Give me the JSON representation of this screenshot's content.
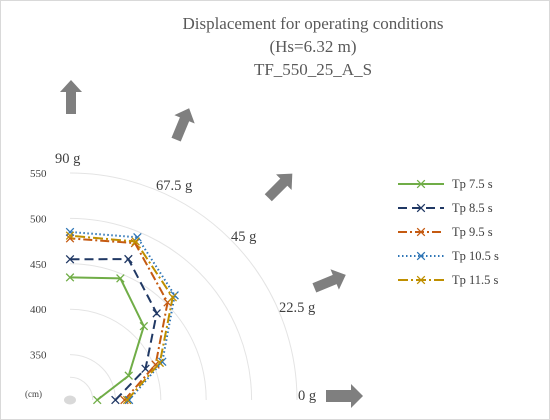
{
  "chart_data": {
    "type": "radar-polar-line",
    "title_lines": [
      "Displacement for operating conditions",
      "(Hs=6.32 m)",
      "TF_550_25_A_S"
    ],
    "radial_axis": {
      "unit": "(cm)",
      "ticks": [
        "550",
        "500",
        "450",
        "400",
        "350"
      ],
      "range": [
        300,
        550
      ],
      "grid": true
    },
    "directions": [
      "0 g",
      "22.5 g",
      "45 g",
      "67.5 g",
      "90 g"
    ],
    "direction_angles_deg": [
      0,
      22.5,
      45,
      67.5,
      90
    ],
    "legend": {
      "position": "right"
    },
    "series": [
      {
        "name": "Tp 7.5 s",
        "color": "#70ad47",
        "dash": "solid",
        "values": [
          330,
          370,
          415,
          445,
          435
        ]
      },
      {
        "name": "Tp 8.5 s",
        "color": "#203864",
        "dash": "long-dash",
        "values": [
          350,
          390,
          435,
          468,
          455
        ]
      },
      {
        "name": "Tp 9.5 s",
        "color": "#c55a11",
        "dash": "dash-dot",
        "values": [
          360,
          402,
          452,
          487,
          478
        ]
      },
      {
        "name": "Tp 10.5 s",
        "color": "#2e75b6",
        "dash": "dot",
        "values": [
          365,
          410,
          463,
          494,
          485
        ]
      },
      {
        "name": "Tp 11.5 s",
        "color": "#bf8f00",
        "dash": "long-dash-dot",
        "values": [
          363,
          407,
          460,
          489,
          481
        ]
      }
    ]
  },
  "icons": {
    "direction_arrow": "wave-direction-arrow-icon"
  }
}
